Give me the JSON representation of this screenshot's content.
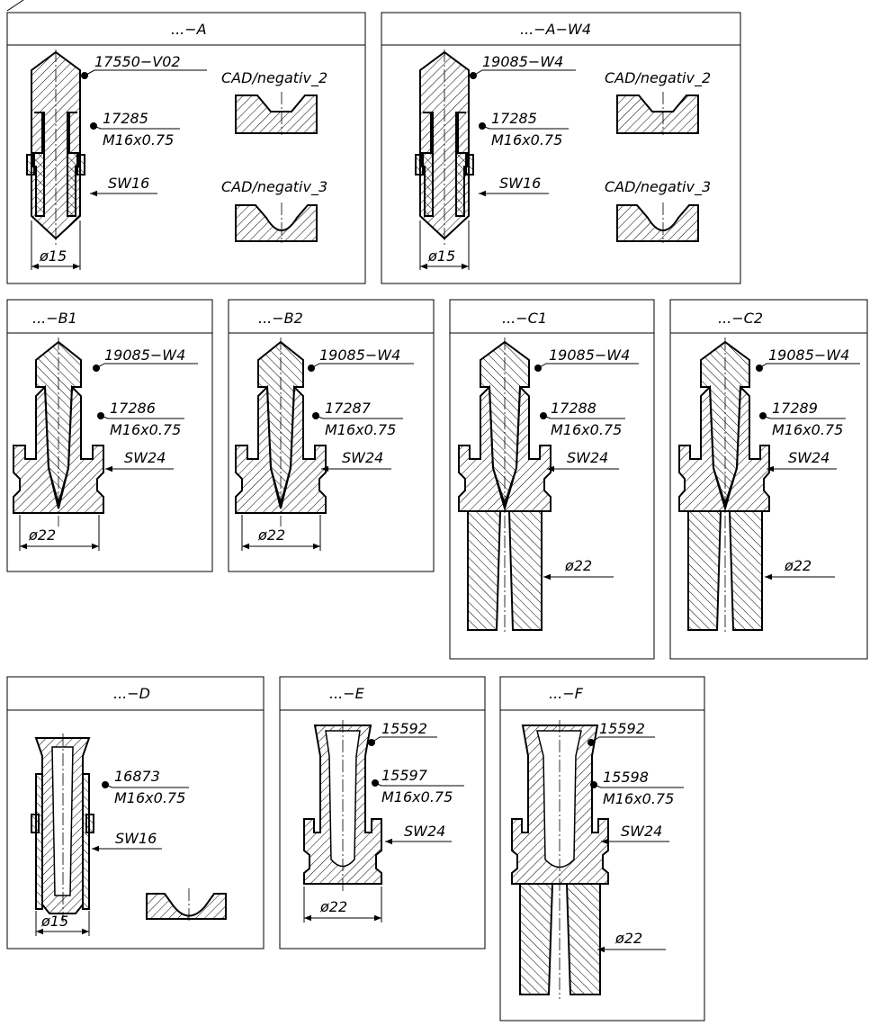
{
  "panels": {
    "A": {
      "title": "...−A",
      "parts": [
        "17550−V02",
        "17285",
        "M16x0.75",
        "SW16",
        "ø15"
      ],
      "cad": [
        "CAD/negativ_2",
        "CAD/negativ_3"
      ]
    },
    "AW4": {
      "title": "...−A−W4",
      "parts": [
        "19085−W4",
        "17285",
        "M16x0.75",
        "SW16",
        "ø15"
      ],
      "cad": [
        "CAD/negativ_2",
        "CAD/negativ_3"
      ]
    },
    "B1": {
      "title": "...−B1",
      "parts": [
        "19085−W4",
        "17286",
        "M16x0.75",
        "SW24",
        "ø22"
      ]
    },
    "B2": {
      "title": "...−B2",
      "parts": [
        "19085−W4",
        "17287",
        "M16x0.75",
        "SW24",
        "ø22"
      ]
    },
    "C1": {
      "title": "...−C1",
      "parts": [
        "19085−W4",
        "17288",
        "M16x0.75",
        "SW24",
        "ø22"
      ]
    },
    "C2": {
      "title": "...−C2",
      "parts": [
        "19085−W4",
        "17289",
        "M16x0.75",
        "SW24",
        "ø22"
      ]
    },
    "D": {
      "title": "...−D",
      "parts": [
        "16873",
        "M16x0.75",
        "SW16",
        "ø15"
      ]
    },
    "E": {
      "title": "...−E",
      "parts": [
        "15592",
        "15597",
        "M16x0.75",
        "SW24",
        "ø22"
      ]
    },
    "F": {
      "title": "...−F",
      "parts": [
        "15592",
        "15598",
        "M16x0.75",
        "SW24",
        "ø22"
      ]
    }
  }
}
